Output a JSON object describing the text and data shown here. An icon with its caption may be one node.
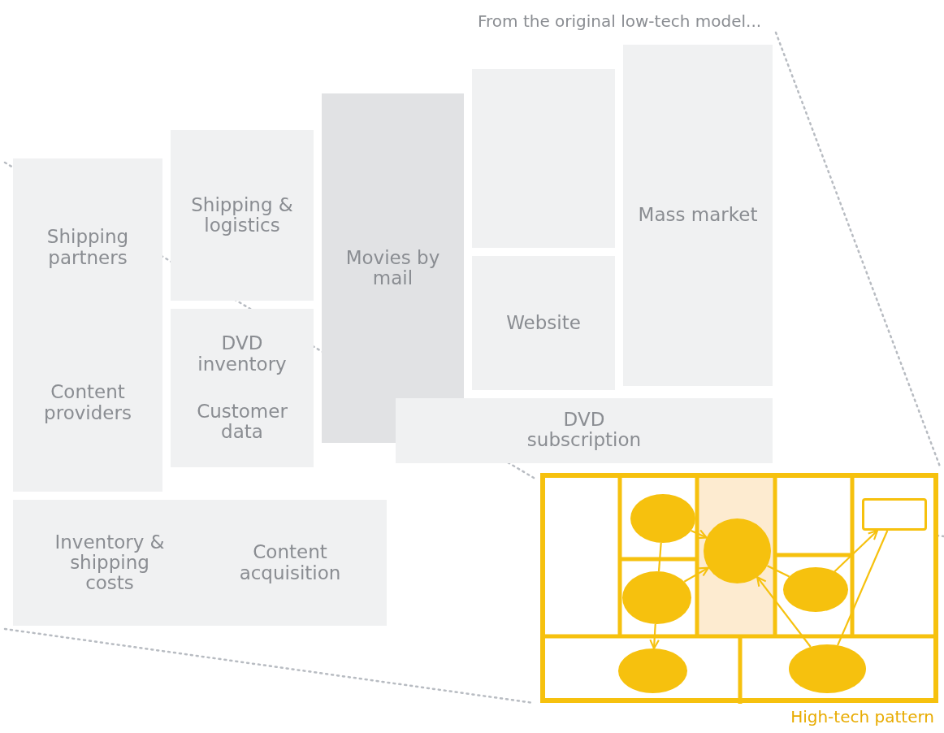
{
  "diagram": {
    "nodes": [
      {
        "text": [
          "Shipping partners",
          "Content providers"
        ]
      },
      {
        "text": [
          "Shipping & logistics"
        ]
      },
      {
        "text": [
          "DVD inventory",
          "Customer data"
        ]
      },
      {
        "text": [
          "Movies by mail"
        ]
      },
      {
        "text": [],
        "shape": "box"
      },
      {
        "text": [
          "Website"
        ]
      },
      {
        "text": [
          "Mass market"
        ]
      },
      {
        "text": [
          "Inventory & shipping costs",
          "Content acquisition"
        ]
      },
      {
        "text": [
          "DVD subscription"
        ]
      },
      {
        "text": [],
        "shape": "box"
      },
      {
        "text": [],
        "shape": "ellipse",
        "in": 9
      },
      {
        "text": [],
        "shape": "ellipse",
        "in": 9
      },
      {
        "text": [],
        "shape": "box",
        "in": 9
      },
      {
        "text": [],
        "shape": "ellipse",
        "in": 9
      },
      {
        "text": [],
        "shape": "ellipse",
        "in": 9
      },
      {
        "text": [],
        "shape": "ellipse",
        "in": 9
      },
      {
        "text": [],
        "shape": "ellipse",
        "in": 9
      }
    ],
    "edges": [
      {
        "from": 10,
        "to": 11,
        "arrow": "to"
      },
      {
        "from": 10,
        "to": 14,
        "arrow": "none"
      },
      {
        "from": 14,
        "to": 11,
        "arrow": "to"
      },
      {
        "from": 14,
        "to": 16,
        "arrow": "to"
      },
      {
        "from": 11,
        "to": 13,
        "arrow": "none"
      },
      {
        "from": 13,
        "to": 12,
        "arrow": "to"
      },
      {
        "from": 15,
        "to": 11,
        "arrow": "to"
      },
      {
        "from": 15,
        "to": 12,
        "arrow": "none"
      }
    ],
    "labels": [
      "From the original low-tech model...",
      "High-tech pattern"
    ]
  }
}
